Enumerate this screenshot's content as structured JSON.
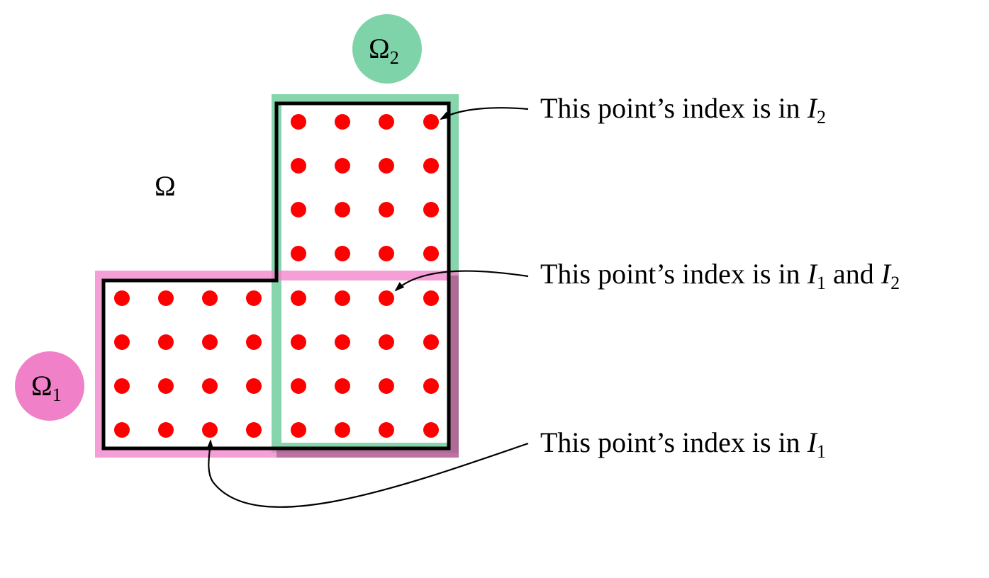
{
  "diagram": {
    "omega_label": "Ω",
    "omega1_badge": {
      "symbol": "Ω",
      "subscript": "1",
      "color": "#f080c8"
    },
    "omega2_badge": {
      "symbol": "Ω",
      "subscript": "2",
      "color": "#7fd3a8"
    },
    "point_color": "#ff0000",
    "outline_color": "#000000",
    "region1_color": "#f080c8",
    "region2_color": "#7fd3a8",
    "annotations": [
      {
        "id": "ann-i2",
        "text": "This point’s index is in ",
        "var1": "I",
        "sub1": "2",
        "and": "",
        "var2": "",
        "sub2": ""
      },
      {
        "id": "ann-i1-i2",
        "text": "This point’s index is in ",
        "var1": "I",
        "sub1": "1",
        "and": " and ",
        "var2": "I",
        "sub2": "2"
      },
      {
        "id": "ann-i1",
        "text": "This point’s index is in ",
        "var1": "I",
        "sub1": "1",
        "and": "",
        "var2": "",
        "sub2": ""
      }
    ]
  }
}
